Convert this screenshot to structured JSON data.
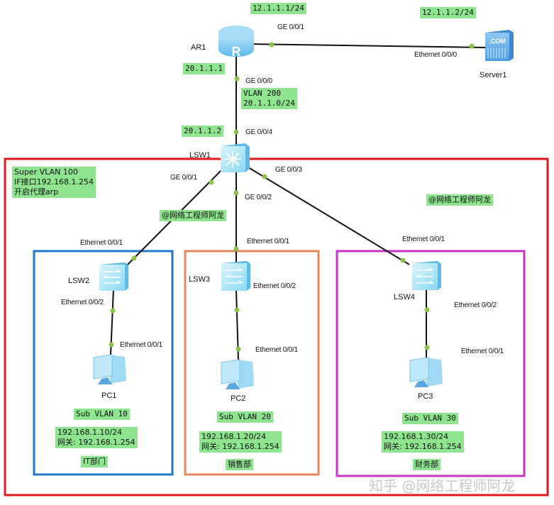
{
  "devices": {
    "router": {
      "name": "AR1",
      "icon": "router-icon"
    },
    "server": {
      "name": "Server1",
      "icon": "server-icon",
      "badge": ".COM"
    },
    "core_switch": {
      "name": "LSW1",
      "icon": "layer3-switch-icon"
    },
    "lsw2": {
      "name": "LSW2",
      "icon": "switch-icon"
    },
    "lsw3": {
      "name": "LSW3",
      "icon": "switch-icon"
    },
    "lsw4": {
      "name": "LSW4",
      "icon": "switch-icon"
    },
    "pc1": {
      "name": "PC1",
      "icon": "pc-icon"
    },
    "pc2": {
      "name": "PC2",
      "icon": "pc-icon"
    },
    "pc3": {
      "name": "PC3",
      "icon": "pc-icon"
    }
  },
  "ports": {
    "ar1_ge001": "GE 0/0/1",
    "server_eth000": "Ethernet 0/0/0",
    "ar1_ge000": "GE 0/0/0",
    "lsw1_ge004": "GE 0/0/4",
    "lsw1_ge001": "GE 0/0/1",
    "lsw1_ge002": "GE 0/0/2",
    "lsw1_ge003": "GE 0/0/3",
    "lsw2_eth001": "Ethernet 0/0/1",
    "lsw2_eth002": "Ethernet 0/0/2",
    "pc1_eth001": "Ethernet 0/0/1",
    "lsw3_eth001": "Ethernet 0/0/1",
    "lsw3_eth002": "Ethernet 0/0/2",
    "pc2_eth001": "Ethernet 0/0/1",
    "lsw4_eth001": "Ethernet 0/0/1",
    "lsw4_eth002": "Ethernet 0/0/2",
    "pc3_eth001": "Ethernet 0/0/1"
  },
  "notes": {
    "ar1_wan_ip": "12.1.1.1/24",
    "server_ip": "12.1.1.2/24",
    "ar1_lan_ip": "20.1.1.1",
    "vlan200": "VLAN 200\n20.1.1.0/24",
    "lsw1_ip": "20.1.1.2",
    "super_vlan": "Super VLAN 100\nIF接口192.168.1.254\n开启代理arp",
    "author_tag_1": "@网络工程师阿龙",
    "author_tag_2": "@网络工程师阿龙",
    "sub_vlan_10": "Sub VLAN 10",
    "pc1_addr": "192.168.1.10/24\n网关: 192.168.1.254",
    "dept_1": "IT部门",
    "sub_vlan_20": "Sub VLAN 20",
    "pc2_addr": "192.168.1.20/24\n网关: 192.168.1.254",
    "dept_2": "销售部",
    "sub_vlan_30": "Sub VLAN 30",
    "pc3_addr": "192.168.1.30/24\n网关: 192.168.1.254",
    "dept_3": "财务部"
  },
  "watermark": "知乎 @网络工程师阿龙",
  "colors": {
    "super_vlan_box": "#e0191c",
    "it_box": "#1f78c8",
    "sales_box": "#e8875a",
    "finance_box": "#c832c8",
    "note_bg": "#8fe48f",
    "port_dot": "#8bc34a",
    "link": "#111111"
  }
}
